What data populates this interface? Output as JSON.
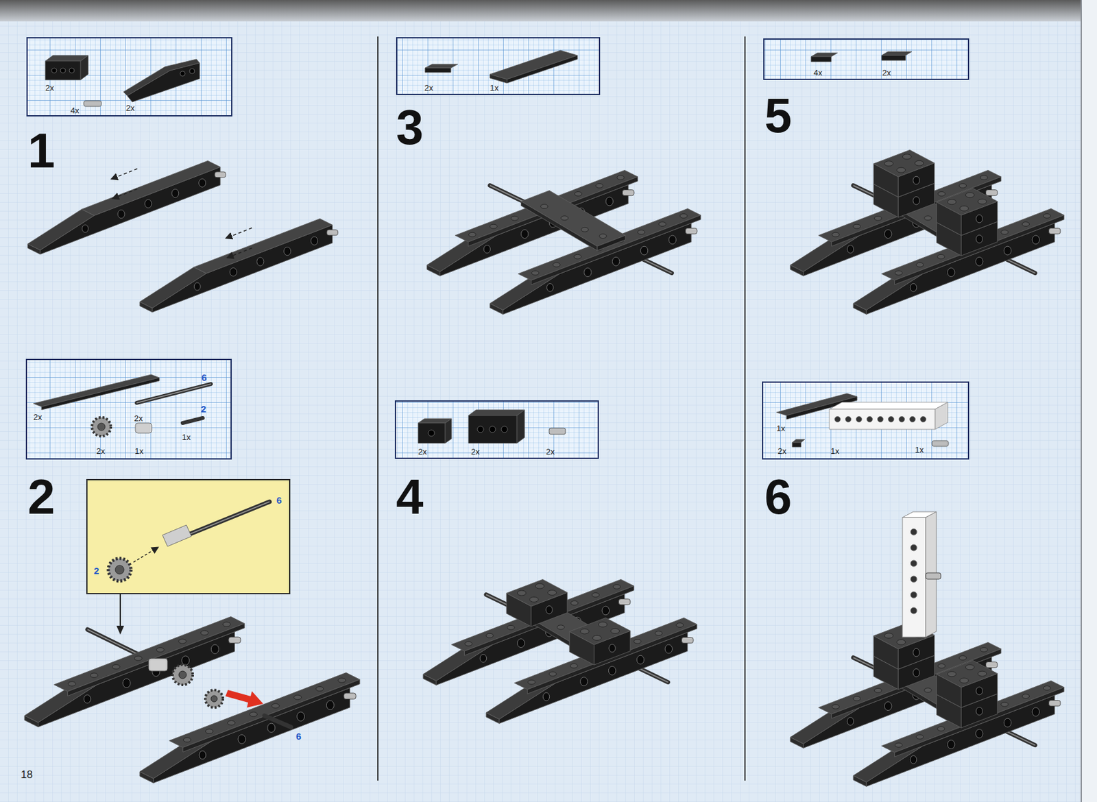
{
  "diagram": {
    "nodes": [
      {
        "text": [
          "2x",
          "4x",
          "2x"
        ]
      },
      {
        "text": [
          "2x",
          "6",
          "2x",
          "2",
          "1x",
          "2x",
          "1x"
        ]
      },
      {
        "text": [
          "6",
          "2"
        ]
      },
      {
        "text": [
          "2x",
          "1x"
        ]
      },
      {
        "text": [
          "2x",
          "2x",
          "2x"
        ]
      },
      {
        "text": [
          "4x",
          "2x"
        ]
      },
      {
        "text": [
          "1x",
          "2x",
          "1x",
          "1x"
        ]
      }
    ],
    "labels": [
      "1",
      "2",
      "6",
      "3",
      "4",
      "5",
      "6",
      "18"
    ]
  }
}
